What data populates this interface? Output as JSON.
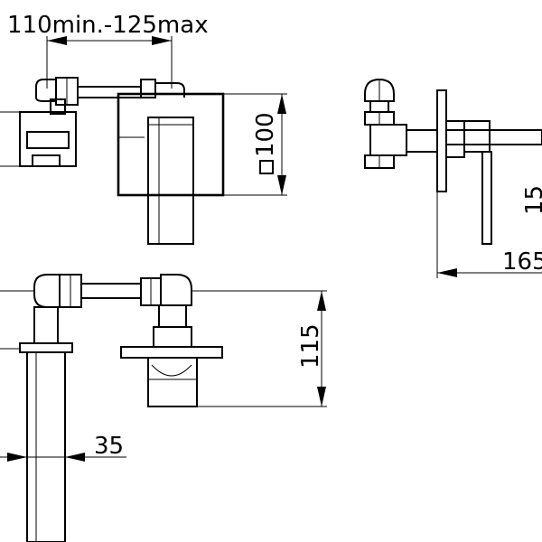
{
  "dimensions": {
    "spacing_range": "110min.-125max",
    "square_size": "100",
    "projection": "165",
    "height_partial": "15",
    "depth": "115",
    "pipe": "35"
  },
  "colors": {
    "line": "#000000",
    "background": "#ffffff"
  }
}
